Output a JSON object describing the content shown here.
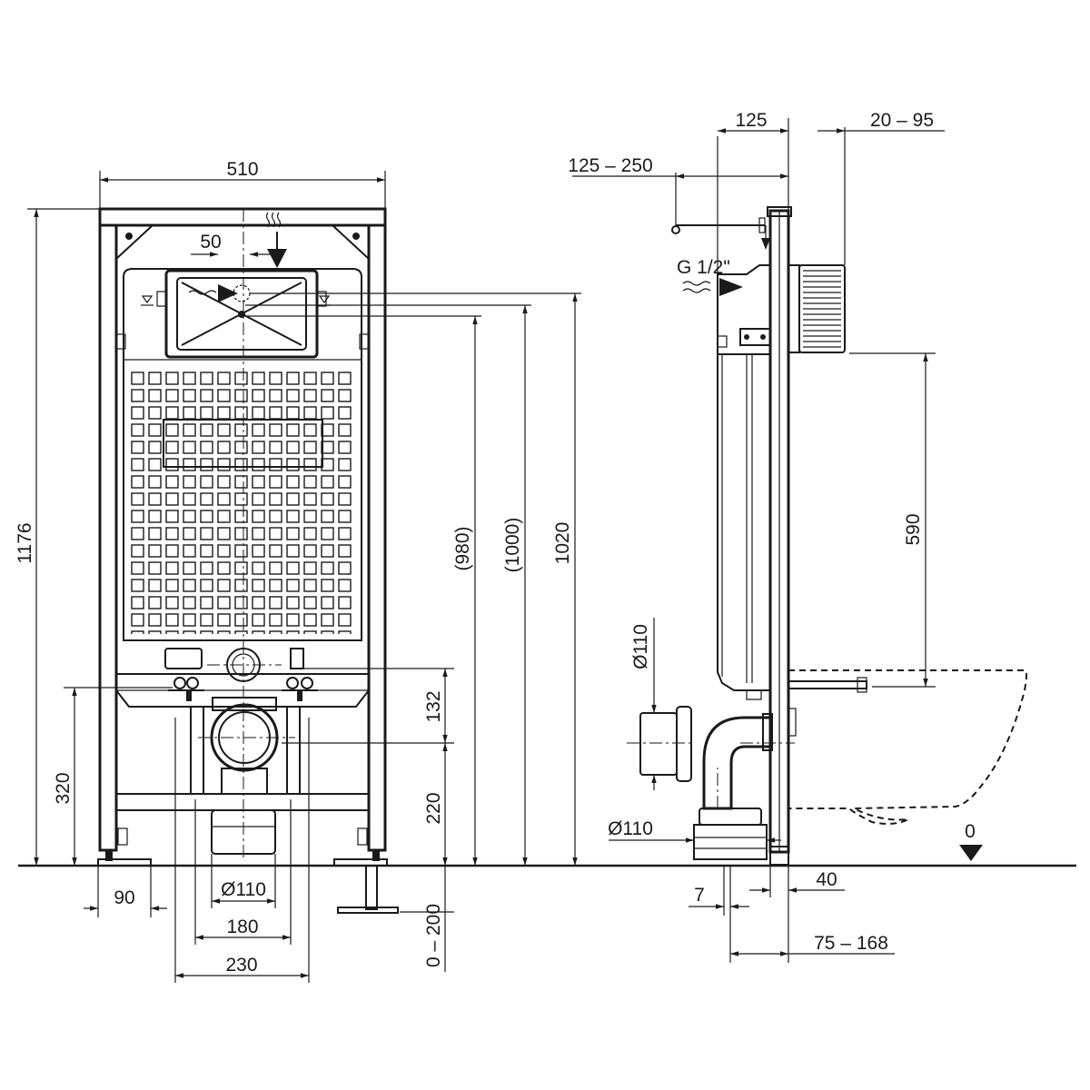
{
  "front_view": {
    "width_label": "510",
    "total_height_label": "1176",
    "flush_plate_offset_label": "50",
    "height_980_label": "(980)",
    "height_1000_label": "(1000)",
    "height_1020_label": "1020",
    "drain_height_label": "320",
    "connection_spacing_label": "132",
    "drain_axis_height_label": "220",
    "foot_width_label": "90",
    "drain_diameter_label": "Ø110",
    "stud_spacing_180_label": "180",
    "stud_spacing_230_label": "230",
    "foot_adjust_label": "0 – 200"
  },
  "side_view": {
    "depth_125_label": "125",
    "depth_20_95_label": "20 – 95",
    "supply_125_250_label": "125 – 250",
    "water_inlet_label": "G 1/2\"",
    "bolt_spacing_590_label": "590",
    "pipe_diameter_top_label": "Ø110",
    "pipe_diameter_bottom_label": "Ø110",
    "floor_level_label": "0",
    "frame_depth_40_label": "40",
    "offset_7_label": "7",
    "wall_distance_label": "75 – 168"
  }
}
